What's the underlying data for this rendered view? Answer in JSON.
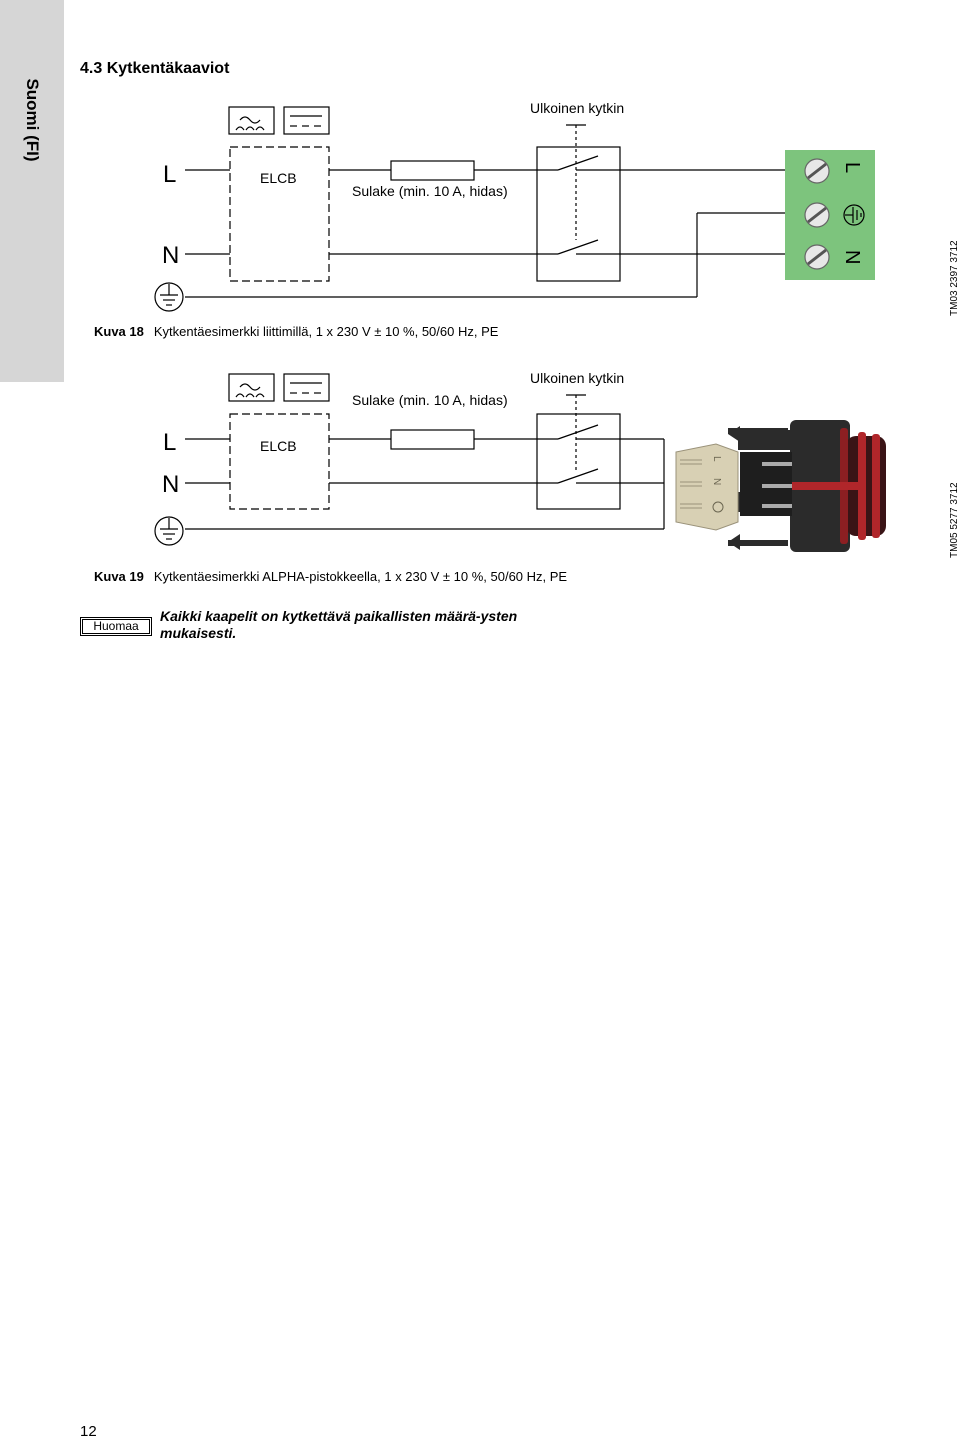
{
  "side_tab": "Suomi (FI)",
  "section_title": "4.3 Kytkentäkaaviot",
  "figure1": {
    "label_L": "L",
    "label_N": "N",
    "elcb": "ELCB",
    "fuse": "Sulake (min. 10 A, hidas)",
    "switch": "Ulkoinen kytkin",
    "terminal_L": "L",
    "terminal_N": "N",
    "caption_num": "Kuva 18",
    "caption_text": "Kytkentäesimerkki liittimillä, 1 x 230 V ± 10 %, 50/60 Hz, PE",
    "code": "TM03 2397 3712"
  },
  "figure2": {
    "label_L": "L",
    "label_N": "N",
    "elcb": "ELCB",
    "fuse": "Sulake (min. 10 A, hidas)",
    "switch": "Ulkoinen kytkin",
    "plug_L": "L",
    "plug_N": "N",
    "caption_num": "Kuva 19",
    "caption_text": "Kytkentäesimerkki ALPHA-pistokkeella, 1 x 230 V ± 10 %, 50/60 Hz, PE",
    "code": "TM05 5277 3712"
  },
  "note": {
    "label": "Huomaa",
    "text": "Kaikki kaapelit on kytkettävä paikallisten määrä-ysten mukaisesti."
  },
  "page_number": "12",
  "colors": {
    "side_tab": "#d6d6d6",
    "terminal_green": "#7dc47d",
    "plug_body": "#2b2b2b",
    "plug_red": "#b0262a",
    "plug_beige": "#d8d0b4"
  }
}
